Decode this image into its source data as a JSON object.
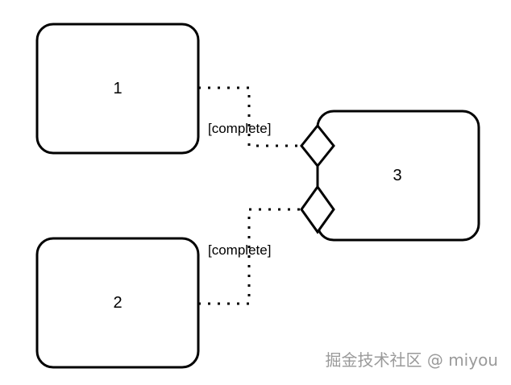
{
  "nodes": [
    {
      "id": "node-1",
      "label": "1"
    },
    {
      "id": "node-2",
      "label": "2"
    },
    {
      "id": "node-3",
      "label": "3"
    }
  ],
  "edges": [
    {
      "from": "1",
      "to": "3",
      "guard": "[complete]",
      "style": "dotted"
    },
    {
      "from": "2",
      "to": "3",
      "guard": "[complete]",
      "style": "dotted"
    }
  ],
  "colors": {
    "stroke": "#000000",
    "background": "#ffffff",
    "watermark": "#9a9a9a"
  },
  "watermark": "掘金技术社区 @ miyou"
}
